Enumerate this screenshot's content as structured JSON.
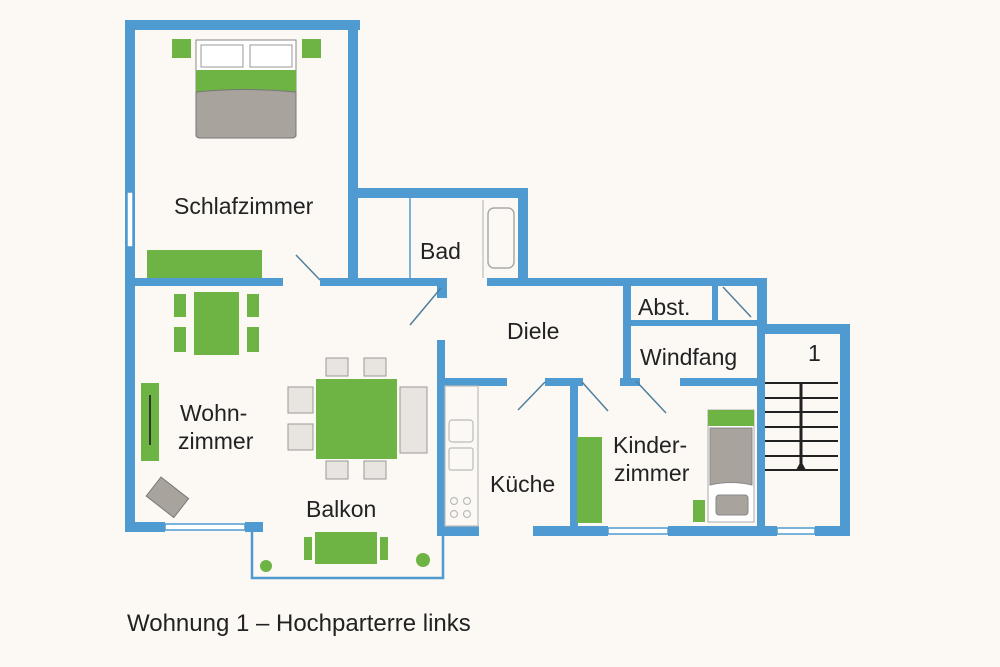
{
  "plan": {
    "title": "Wohnung 1 – Hochparterre links",
    "stair_number": "1",
    "rooms": {
      "schlafzimmer": "Schlafzimmer",
      "bad": "Bad",
      "diele": "Diele",
      "abst": "Abst.",
      "windfang": "Windfang",
      "wohnzimmer_line1": "Wohn-",
      "wohnzimmer_line2": "zimmer",
      "balkon": "Balkon",
      "kueche": "Küche",
      "kinderzimmer_line1": "Kinder-",
      "kinderzimmer_line2": "zimmer"
    }
  },
  "colors": {
    "wall": "#4f9ad0",
    "furniture_green": "#6db444",
    "furniture_gray": "#a8a39d",
    "background": "#fcf9f5",
    "text": "#222222"
  }
}
